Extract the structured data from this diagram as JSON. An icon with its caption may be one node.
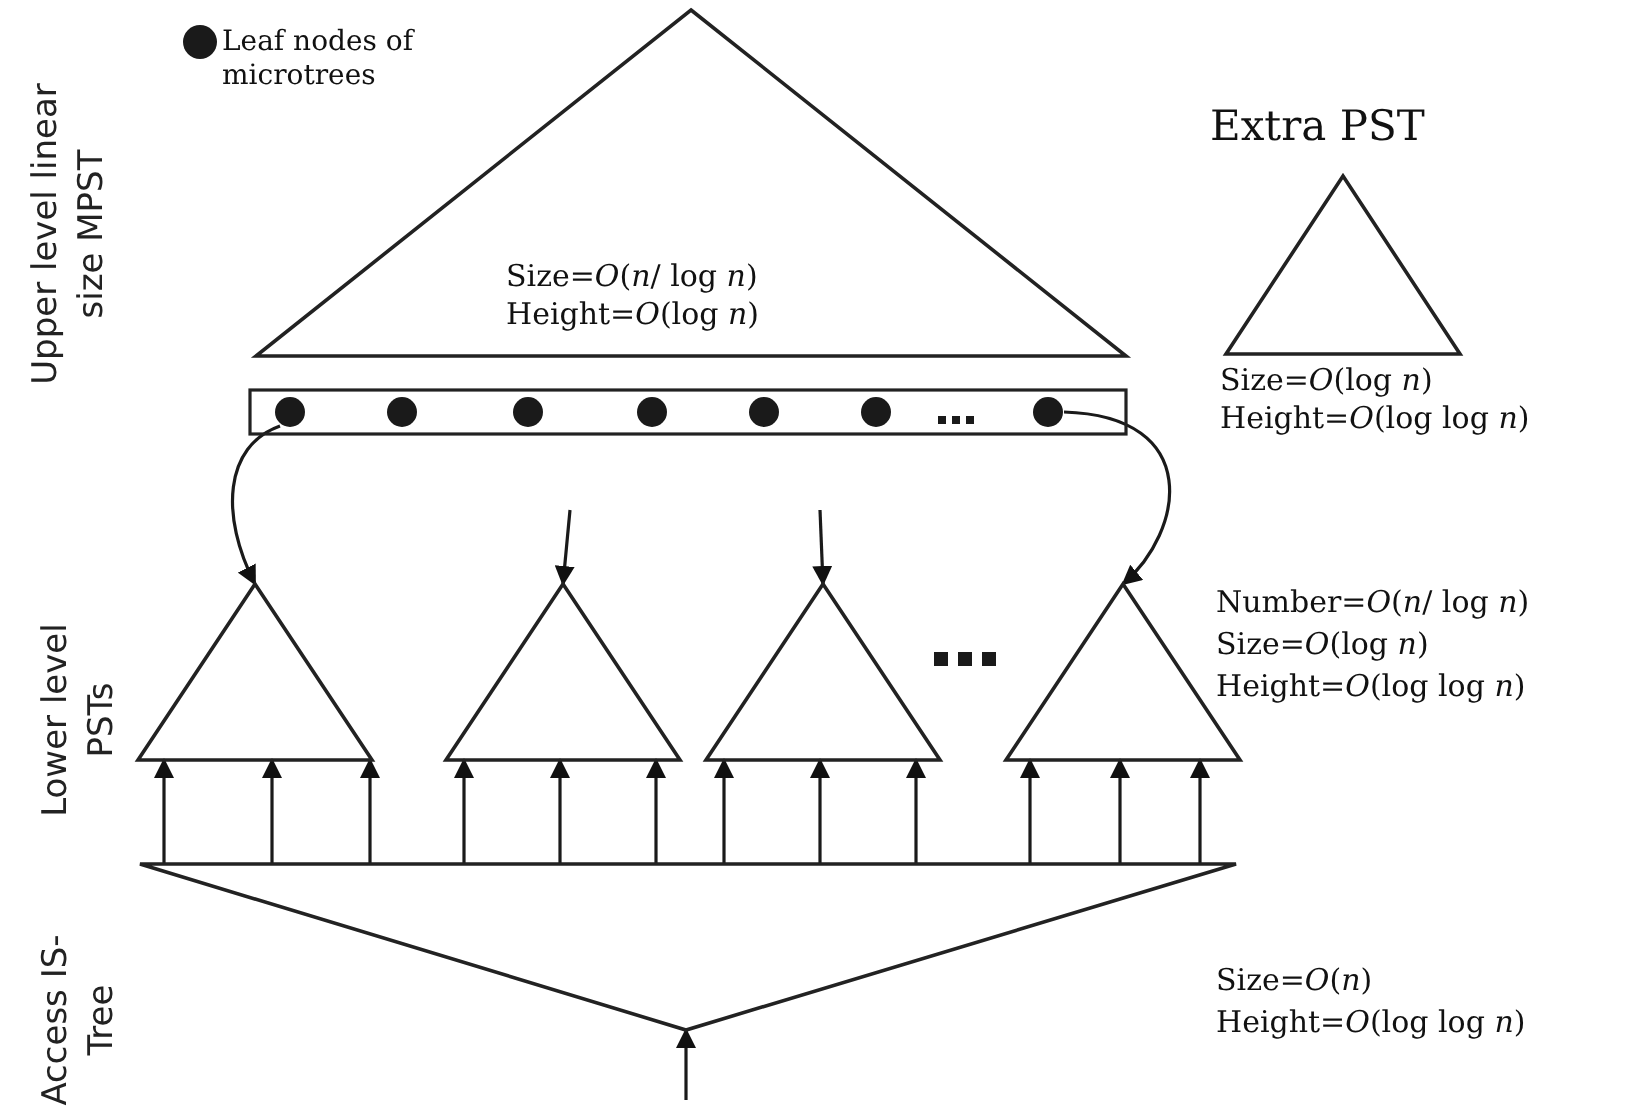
{
  "diagram": {
    "nodes": [
      {
        "text": [
          "Size=*O*(*n*/ log *n*)",
          "Height=*O*(log *n*)"
        ]
      },
      {
        "text": [],
        "shape": "bar"
      },
      {
        "text": [],
        "shape": "circle",
        "in": 1
      },
      {
        "text": [],
        "shape": "circle",
        "in": 1
      },
      {
        "text": [],
        "shape": "circle",
        "in": 1
      },
      {
        "text": [],
        "shape": "circle",
        "in": 1
      },
      {
        "text": [],
        "shape": "circle",
        "in": 1
      },
      {
        "text": [],
        "shape": "circle",
        "in": 1
      },
      {
        "text": [],
        "shape": "circle",
        "in": 1
      },
      {
        "text": [
          "Extra PST"
        ],
        "beside": [
          "Size=*O*(log *n*)",
          "Height=*O*(log log *n*)"
        ]
      },
      {
        "text": [],
        "shape": "triangle"
      },
      {
        "text": [],
        "shape": "triangle"
      },
      {
        "text": [],
        "shape": "triangle"
      },
      {
        "text": [],
        "shape": "triangle"
      },
      {
        "text": [],
        "shape": "triangle"
      }
    ],
    "edges": [
      {
        "from": 2,
        "to": 10,
        "arrow": "to"
      },
      {
        "from": null,
        "to": 11,
        "arrow": "to"
      },
      {
        "from": null,
        "to": 12,
        "arrow": "to"
      },
      {
        "from": 8,
        "to": 13,
        "arrow": "to"
      },
      {
        "from": 14,
        "to": 10,
        "arrow": "to"
      },
      {
        "from": 14,
        "to": 10,
        "arrow": "to"
      },
      {
        "from": 14,
        "to": 10,
        "arrow": "to"
      },
      {
        "from": 14,
        "to": 11,
        "arrow": "to"
      },
      {
        "from": 14,
        "to": 11,
        "arrow": "to"
      },
      {
        "from": 14,
        "to": 11,
        "arrow": "to"
      },
      {
        "from": 14,
        "to": 12,
        "arrow": "to"
      },
      {
        "from": 14,
        "to": 12,
        "arrow": "to"
      },
      {
        "from": 14,
        "to": 12,
        "arrow": "to"
      },
      {
        "from": 14,
        "to": 13,
        "arrow": "to"
      },
      {
        "from": 14,
        "to": 13,
        "arrow": "to"
      },
      {
        "from": 14,
        "to": 13,
        "arrow": "to"
      },
      {
        "from": null,
        "to": 14,
        "arrow": "to"
      }
    ],
    "labels": [
      "Upper level linear size MPST",
      "Lower level PSTs",
      "Number=*O*(*n*/ log *n*)",
      "Size=*O*(log *n*)",
      "Height=*O*(log log *n*)",
      "Access IS-Tree",
      "Size=*O*(*n*)",
      "Height=*O*(log log *n*)"
    ],
    "legend": [
      {
        "text": "Leaf nodes of microtrees"
      }
    ]
  }
}
